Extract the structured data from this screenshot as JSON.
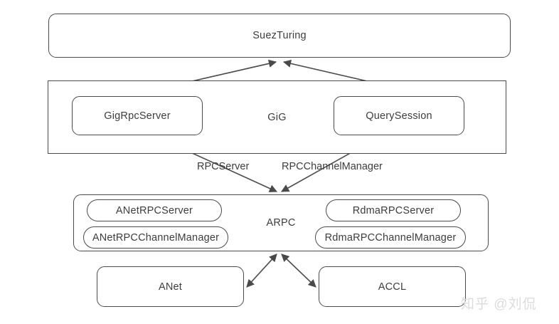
{
  "diagram": {
    "title": "SuezTuring / GiG / ARPC layered architecture",
    "colors": {
      "background": "#ffffff",
      "node_border": "#4a4a4a",
      "node_fill": "#ffffff",
      "text": "#3d3d3d",
      "edge": "#4a4a4a",
      "watermark": "#dcdcdc"
    },
    "layers": {
      "top": {
        "label": "SuezTuring"
      },
      "gig": {
        "group_label": "GiG",
        "nodes": [
          {
            "label": "GigRpcServer"
          },
          {
            "label": "QuerySession"
          }
        ]
      },
      "arpc": {
        "group_label": "ARPC",
        "nodes": [
          {
            "label": "ANetRPCServer"
          },
          {
            "label": "ANetRPCChannelManager"
          },
          {
            "label": "RdmaRPCServer"
          },
          {
            "label": "RdmaRPCChannelManager"
          }
        ]
      },
      "bottom": {
        "nodes": [
          {
            "label": "ANet"
          },
          {
            "label": "ACCL"
          }
        ]
      }
    },
    "edge_labels": [
      {
        "label": "RPCServer"
      },
      {
        "label": "RPCChannelManager"
      }
    ],
    "watermark": "知乎 @刘侃"
  }
}
